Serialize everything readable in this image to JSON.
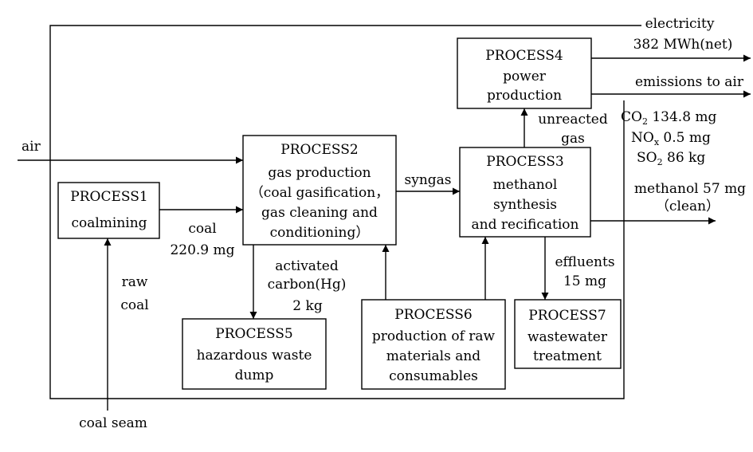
{
  "processes": {
    "p1": {
      "name": "PROCESS1",
      "lines": [
        "coalmining"
      ]
    },
    "p2": {
      "name": "PROCESS2",
      "lines": [
        "gas production",
        "（coal gasification，",
        "gas cleaning and",
        "conditioning）"
      ]
    },
    "p3": {
      "name": "PROCESS3",
      "lines": [
        "methanol",
        "synthesis",
        "and recification"
      ]
    },
    "p4": {
      "name": "PROCESS4",
      "lines": [
        "power",
        "production"
      ]
    },
    "p5": {
      "name": "PROCESS5",
      "lines": [
        "hazardous waste",
        "dump"
      ]
    },
    "p6": {
      "name": "PROCESS6",
      "lines": [
        "production of raw",
        "materials and",
        "consumables"
      ]
    },
    "p7": {
      "name": "PROCESS7",
      "lines": [
        "wastewater",
        "treatment"
      ]
    }
  },
  "flows": {
    "air": "air",
    "coal": "coal",
    "coal_amount": "220.9 mg",
    "raw": "raw",
    "raw_coal": "coal",
    "coal_seam": "coal seam",
    "syngas": "syngas",
    "activated_1": "activated",
    "activated_2": "carbon(Hg)",
    "activated_3": "2 kg",
    "unreacted": "unreacted",
    "unreacted_gas": "gas",
    "effluents": "effluents",
    "effluents_amount": "15 mg",
    "electricity": "electricity",
    "electricity_amount": "382 MWh(net)",
    "emissions": "emissions to air",
    "co2_pre": "CO",
    "co2_sub": "2",
    "co2_val": " 134.8 mg",
    "nox_pre": "NO",
    "nox_sub": "x",
    "nox_val": " 0.5 mg",
    "so2_pre": "SO",
    "so2_sub": "2",
    "so2_val": " 86 kg",
    "methanol": "methanol 57 mg",
    "methanol_clean": "（clean）"
  }
}
